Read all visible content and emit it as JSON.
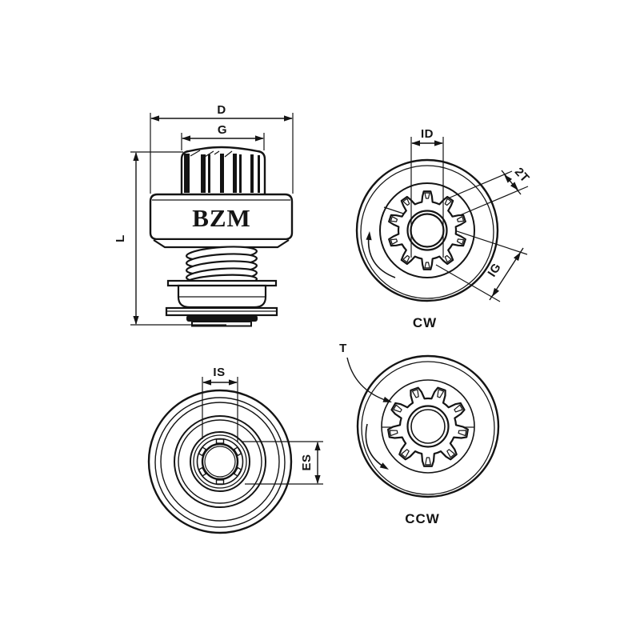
{
  "drawing": {
    "background": "#ffffff",
    "ink_color": "#141414",
    "brand_label": "BZM",
    "side_view": {
      "dim_outer_diameter": "D",
      "dim_gear_width": "G",
      "dim_total_length": "L"
    },
    "front_view_cw": {
      "dim_inner_diameter": "ID",
      "dim_two_teeth": "2T",
      "dim_gear_diameter": "IG",
      "rotation_label": "CW"
    },
    "rear_view": {
      "dim_inner_spline": "IS",
      "dim_external_spline": "ES"
    },
    "front_view_ccw": {
      "dim_tooth": "T",
      "rotation_label": "CCW"
    }
  }
}
